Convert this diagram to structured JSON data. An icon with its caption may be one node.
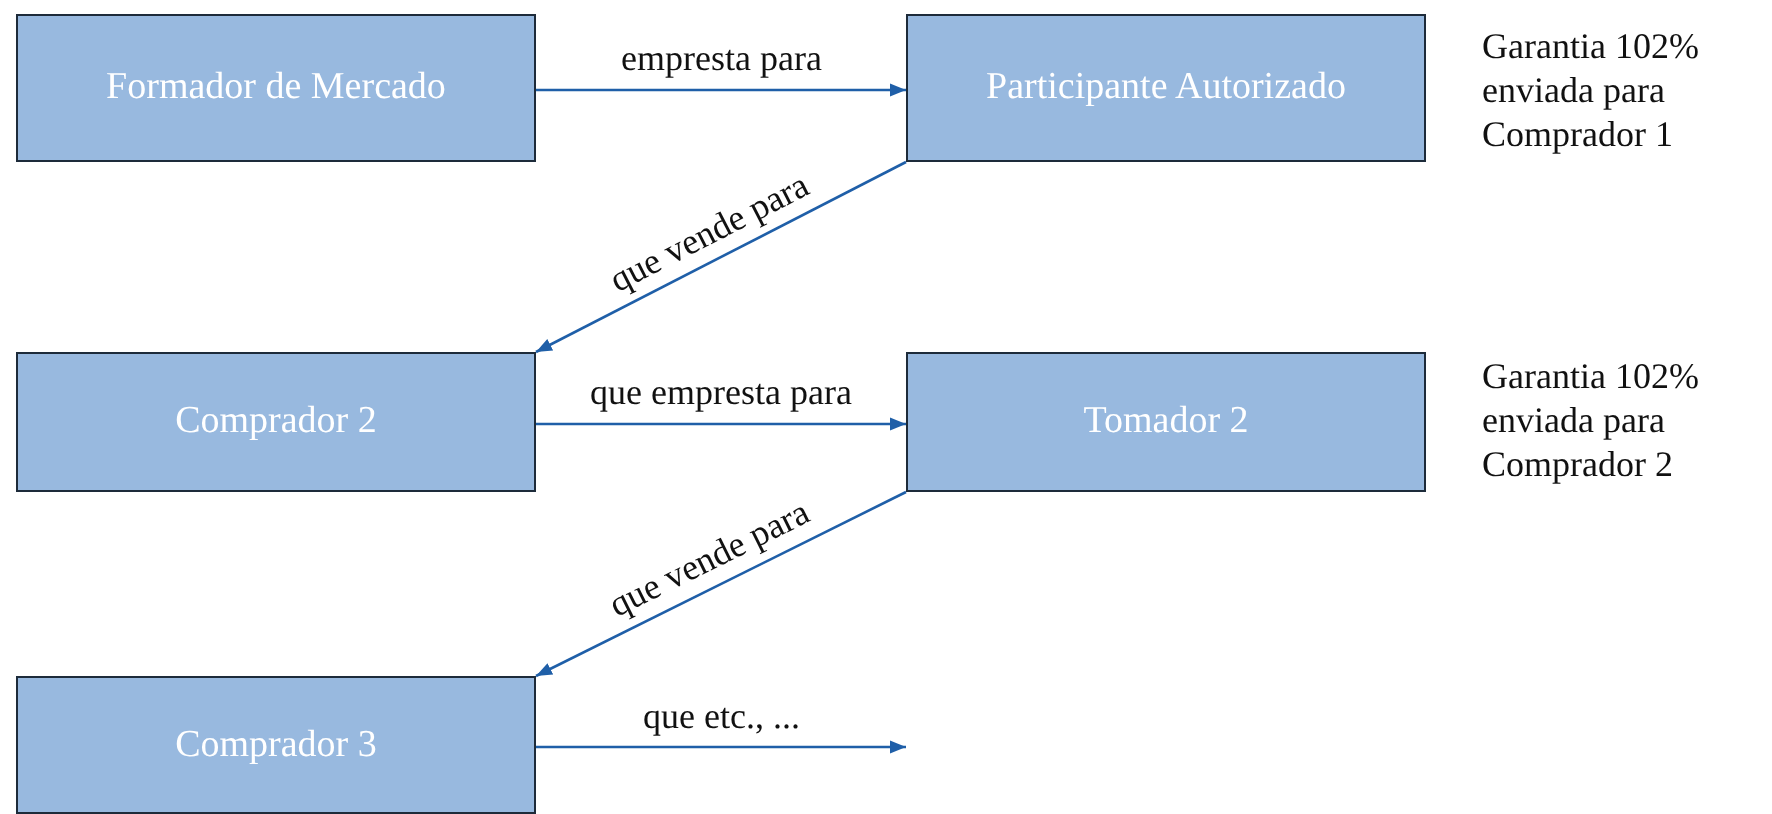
{
  "diagram": {
    "nodes": [
      {
        "text": [
          "Formador de Mercado"
        ]
      },
      {
        "text": [
          "Participante Autorizado"
        ],
        "beside": [
          "Garantia 102% enviada para Comprador 1"
        ]
      },
      {
        "text": [
          "Comprador 2"
        ]
      },
      {
        "text": [
          "Tomador 2"
        ],
        "beside": [
          "Garantia 102% enviada para Comprador 2"
        ]
      },
      {
        "text": [
          "Comprador 3"
        ]
      }
    ],
    "edges": [
      {
        "from": 0,
        "to": 1,
        "arrow": "to",
        "label": "empresta para"
      },
      {
        "from": 1,
        "to": 2,
        "arrow": "to",
        "label": "que vende para"
      },
      {
        "from": 2,
        "to": 3,
        "arrow": "to",
        "label": "que empresta para"
      },
      {
        "from": 3,
        "to": 4,
        "arrow": "to",
        "label": "que vende para"
      },
      {
        "from": 4,
        "to": null,
        "arrow": "to",
        "label": "que etc., ..."
      }
    ]
  }
}
